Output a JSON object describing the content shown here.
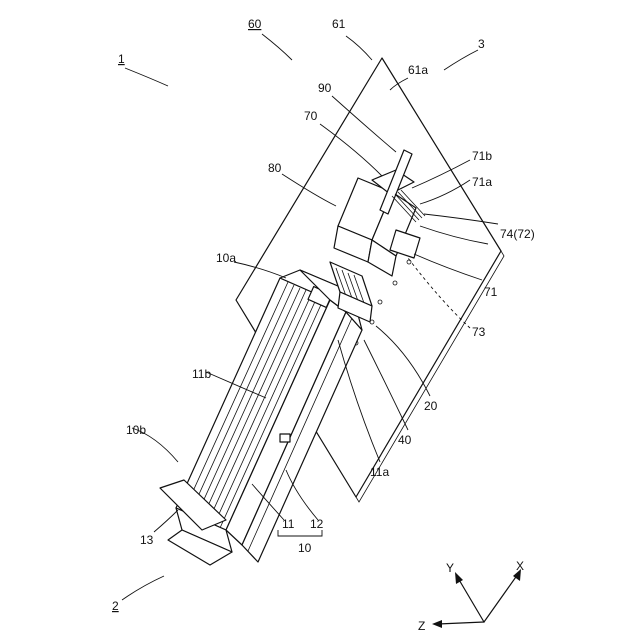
{
  "labels": {
    "fig_main": "1",
    "fig_sub": "2",
    "plate_group": "60",
    "plate": "61",
    "plate_surface": "61a",
    "substrate": "3",
    "ref_90": "90",
    "ref_70": "70",
    "ref_80": "80",
    "ref_71b": "71b",
    "ref_71a": "71a",
    "ref_74_72": "74(72)",
    "ref_71": "71",
    "ref_73": "73",
    "ref_10a": "10a",
    "ref_11b": "11b",
    "ref_10b": "10b",
    "ref_13": "13",
    "ref_11": "11",
    "ref_12": "12",
    "ref_10": "10",
    "ref_11a": "11a",
    "ref_40": "40",
    "ref_20": "20"
  },
  "axes": {
    "x": "X",
    "y": "Y",
    "z": "Z"
  }
}
